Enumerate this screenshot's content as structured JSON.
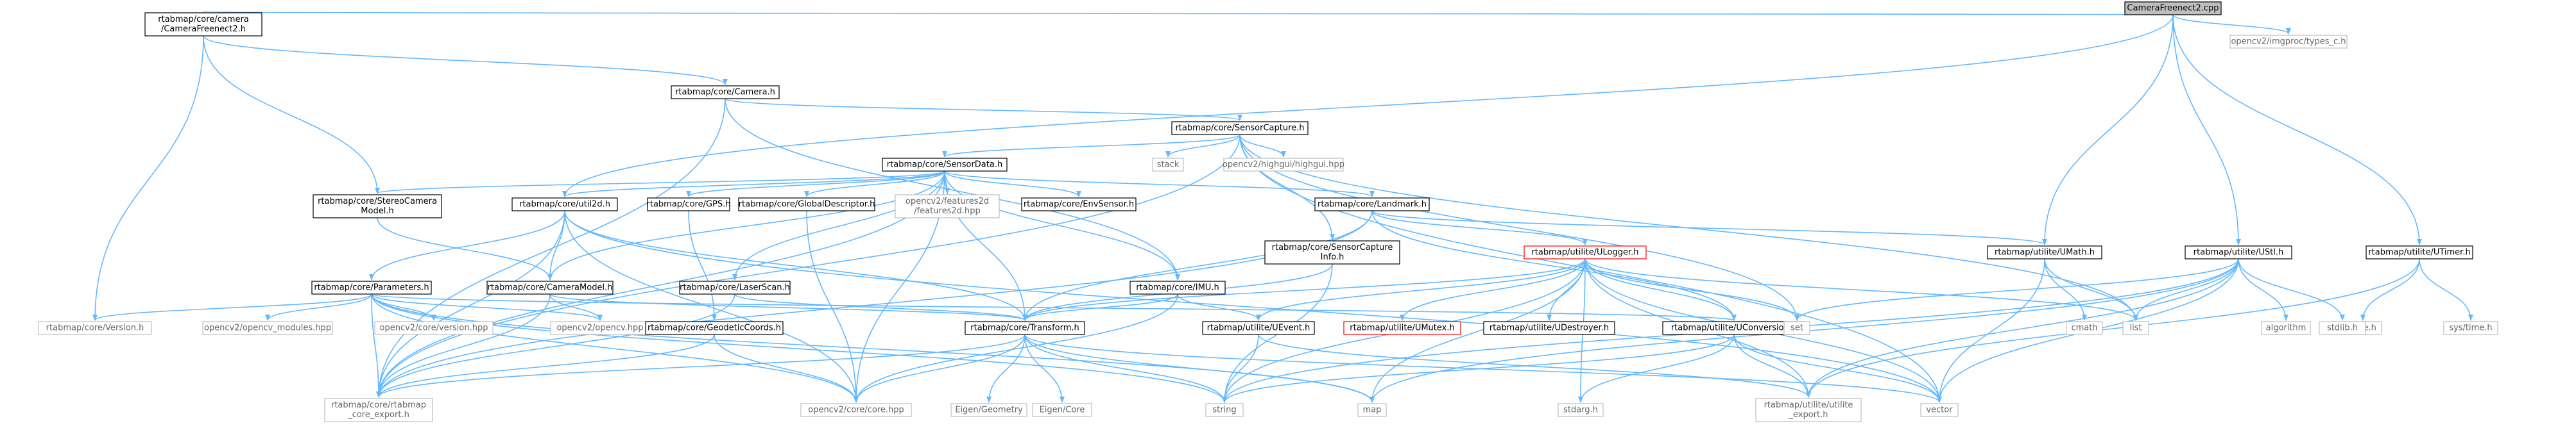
{
  "diagram": {
    "type": "include-dependency-graph",
    "colors": {
      "edge": "#63b8ff",
      "root_fill": "#bfbfbf",
      "project_border": "#000000",
      "external_border": "#bfbfbf",
      "external_text": "#666666",
      "truncated_border": "#ff0000"
    },
    "nodes": [
      {
        "id": "root",
        "lines": [
          "CameraFreenect2.cpp"
        ],
        "kind": "root"
      },
      {
        "id": "camfree",
        "lines": [
          "rtabmap/core/camera",
          "/CameraFreenect2.h"
        ],
        "kind": "proj"
      },
      {
        "id": "types_c",
        "lines": [
          "opencv2/imgproc/types_c.h"
        ],
        "kind": "std"
      },
      {
        "id": "camera",
        "lines": [
          "rtabmap/core/Camera.h"
        ],
        "kind": "proj"
      },
      {
        "id": "sensorcap",
        "lines": [
          "rtabmap/core/SensorCapture.h"
        ],
        "kind": "proj"
      },
      {
        "id": "stack",
        "lines": [
          "stack"
        ],
        "kind": "std"
      },
      {
        "id": "highgui",
        "lines": [
          "opencv2/highgui/highgui.hpp"
        ],
        "kind": "std"
      },
      {
        "id": "sensordata",
        "lines": [
          "rtabmap/core/SensorData.h"
        ],
        "kind": "proj"
      },
      {
        "id": "stereocam",
        "lines": [
          "rtabmap/core/StereoCamera",
          "Model.h"
        ],
        "kind": "proj"
      },
      {
        "id": "util2d",
        "lines": [
          "rtabmap/core/util2d.h"
        ],
        "kind": "proj"
      },
      {
        "id": "gps",
        "lines": [
          "rtabmap/core/GPS.h"
        ],
        "kind": "proj"
      },
      {
        "id": "globaldesc",
        "lines": [
          "rtabmap/core/GlobalDescriptor.h"
        ],
        "kind": "proj"
      },
      {
        "id": "features2d",
        "lines": [
          "opencv2/features2d",
          "/features2d.hpp"
        ],
        "kind": "std"
      },
      {
        "id": "envsensor",
        "lines": [
          "rtabmap/core/EnvSensor.h"
        ],
        "kind": "proj"
      },
      {
        "id": "landmark",
        "lines": [
          "rtabmap/core/Landmark.h"
        ],
        "kind": "proj"
      },
      {
        "id": "sensorcapinfo",
        "lines": [
          "rtabmap/core/SensorCapture",
          "Info.h"
        ],
        "kind": "proj"
      },
      {
        "id": "ulogger",
        "lines": [
          "rtabmap/utilite/ULogger.h"
        ],
        "kind": "trunc"
      },
      {
        "id": "umath",
        "lines": [
          "rtabmap/utilite/UMath.h"
        ],
        "kind": "proj"
      },
      {
        "id": "ustl",
        "lines": [
          "rtabmap/utilite/UStl.h"
        ],
        "kind": "proj"
      },
      {
        "id": "utimer",
        "lines": [
          "rtabmap/utilite/UTimer.h"
        ],
        "kind": "proj"
      },
      {
        "id": "parameters",
        "lines": [
          "rtabmap/core/Parameters.h"
        ],
        "kind": "proj"
      },
      {
        "id": "cameramodel",
        "lines": [
          "rtabmap/core/CameraModel.h"
        ],
        "kind": "proj"
      },
      {
        "id": "laserscan",
        "lines": [
          "rtabmap/core/LaserScan.h"
        ],
        "kind": "proj"
      },
      {
        "id": "imu",
        "lines": [
          "rtabmap/core/IMU.h"
        ],
        "kind": "proj"
      },
      {
        "id": "umutex",
        "lines": [
          "rtabmap/utilite/UMutex.h"
        ],
        "kind": "trunc"
      },
      {
        "id": "udestroyer",
        "lines": [
          "rtabmap/utilite/UDestroyer.h"
        ],
        "kind": "proj"
      },
      {
        "id": "uconversion",
        "lines": [
          "rtabmap/utilite/UConversion.h"
        ],
        "kind": "proj"
      },
      {
        "id": "ueevent",
        "lines": [
          "rtabmap/utilite/UEvent.h"
        ],
        "kind": "proj"
      },
      {
        "id": "set",
        "lines": [
          "set"
        ],
        "kind": "std"
      },
      {
        "id": "list",
        "lines": [
          "list"
        ],
        "kind": "std"
      },
      {
        "id": "cmath",
        "lines": [
          "cmath"
        ],
        "kind": "std"
      },
      {
        "id": "timeh",
        "lines": [
          "time.h"
        ],
        "kind": "std"
      },
      {
        "id": "algorithm",
        "lines": [
          "algorithm"
        ],
        "kind": "std"
      },
      {
        "id": "stdlib",
        "lines": [
          "stdlib.h"
        ],
        "kind": "std"
      },
      {
        "id": "systime",
        "lines": [
          "sys/time.h"
        ],
        "kind": "std"
      },
      {
        "id": "version",
        "lines": [
          "rtabmap/core/Version.h"
        ],
        "kind": "std"
      },
      {
        "id": "cvmodules",
        "lines": [
          "opencv2/opencv_modules.hpp"
        ],
        "kind": "std"
      },
      {
        "id": "cvversion",
        "lines": [
          "opencv2/core/version.hpp"
        ],
        "kind": "std"
      },
      {
        "id": "opencvhpp",
        "lines": [
          "opencv2/opencv.hpp"
        ],
        "kind": "std"
      },
      {
        "id": "geodetic",
        "lines": [
          "rtabmap/core/GeodeticCoords.h"
        ],
        "kind": "proj"
      },
      {
        "id": "transform",
        "lines": [
          "rtabmap/core/Transform.h"
        ],
        "kind": "proj"
      },
      {
        "id": "rtabexport",
        "lines": [
          "rtabmap/core/rtabmap",
          "_core_export.h"
        ],
        "kind": "std"
      },
      {
        "id": "corehpp",
        "lines": [
          "opencv2/core/core.hpp"
        ],
        "kind": "std"
      },
      {
        "id": "eigengeo",
        "lines": [
          "Eigen/Geometry"
        ],
        "kind": "std"
      },
      {
        "id": "eigencore",
        "lines": [
          "Eigen/Core"
        ],
        "kind": "std"
      },
      {
        "id": "string",
        "lines": [
          "string"
        ],
        "kind": "std"
      },
      {
        "id": "map",
        "lines": [
          "map"
        ],
        "kind": "std"
      },
      {
        "id": "stdarg",
        "lines": [
          "stdarg.h"
        ],
        "kind": "std"
      },
      {
        "id": "utilexport",
        "lines": [
          "rtabmap/utilite/utilite",
          "_export.h"
        ],
        "kind": "std"
      },
      {
        "id": "vector",
        "lines": [
          "vector"
        ],
        "kind": "std"
      }
    ],
    "edges": [
      [
        "root",
        "camfree"
      ],
      [
        "root",
        "types_c"
      ],
      [
        "root",
        "util2d"
      ],
      [
        "root",
        "umath"
      ],
      [
        "root",
        "ustl"
      ],
      [
        "root",
        "utimer"
      ],
      [
        "camfree",
        "camera"
      ],
      [
        "camfree",
        "stereocam"
      ],
      [
        "camfree",
        "version"
      ],
      [
        "camera",
        "sensorcap"
      ],
      [
        "camera",
        "imu"
      ],
      [
        "camera",
        "rtabexport"
      ],
      [
        "sensorcap",
        "sensordata"
      ],
      [
        "sensorcap",
        "stack"
      ],
      [
        "sensorcap",
        "highgui"
      ],
      [
        "sensorcap",
        "sensorcapinfo"
      ],
      [
        "sensorcap",
        "set"
      ],
      [
        "sensorcap",
        "list"
      ],
      [
        "sensorcap",
        "vector"
      ],
      [
        "sensorcap",
        "rtabexport"
      ],
      [
        "sensordata",
        "stereocam"
      ],
      [
        "sensordata",
        "util2d"
      ],
      [
        "sensordata",
        "gps"
      ],
      [
        "sensordata",
        "globaldesc"
      ],
      [
        "sensordata",
        "features2d"
      ],
      [
        "sensordata",
        "envsensor"
      ],
      [
        "sensordata",
        "landmark"
      ],
      [
        "sensordata",
        "laserscan"
      ],
      [
        "sensordata",
        "imu"
      ],
      [
        "sensordata",
        "cameramodel"
      ],
      [
        "sensordata",
        "transform"
      ],
      [
        "sensordata",
        "corehpp"
      ],
      [
        "sensordata",
        "rtabexport"
      ],
      [
        "stereocam",
        "cameramodel"
      ],
      [
        "util2d",
        "parameters"
      ],
      [
        "util2d",
        "cameramodel"
      ],
      [
        "util2d",
        "transform"
      ],
      [
        "util2d",
        "corehpp"
      ],
      [
        "util2d",
        "vector"
      ],
      [
        "util2d",
        "rtabexport"
      ],
      [
        "gps",
        "geodetic"
      ],
      [
        "globaldesc",
        "corehpp"
      ],
      [
        "landmark",
        "transform"
      ],
      [
        "landmark",
        "ulogger"
      ],
      [
        "landmark",
        "umath"
      ],
      [
        "landmark",
        "uconversion"
      ],
      [
        "landmark",
        "rtabexport"
      ],
      [
        "sensorcapinfo",
        "transform"
      ],
      [
        "sensorcapinfo",
        "string"
      ],
      [
        "ulogger",
        "umutex"
      ],
      [
        "ulogger",
        "udestroyer"
      ],
      [
        "ulogger",
        "ueevent"
      ],
      [
        "ulogger",
        "uconversion"
      ],
      [
        "ulogger",
        "stdarg"
      ],
      [
        "ulogger",
        "string"
      ],
      [
        "ulogger",
        "map"
      ],
      [
        "ulogger",
        "set"
      ],
      [
        "ulogger",
        "list"
      ],
      [
        "ulogger",
        "vector"
      ],
      [
        "ulogger",
        "utilexport"
      ],
      [
        "ulogger",
        "transform"
      ],
      [
        "umath",
        "cmath"
      ],
      [
        "umath",
        "list"
      ],
      [
        "umath",
        "vector"
      ],
      [
        "ustl",
        "list"
      ],
      [
        "ustl",
        "map"
      ],
      [
        "ustl",
        "set"
      ],
      [
        "ustl",
        "vector"
      ],
      [
        "ustl",
        "algorithm"
      ],
      [
        "ustl",
        "stdlib"
      ],
      [
        "ustl",
        "string"
      ],
      [
        "ustl",
        "utilexport"
      ],
      [
        "utimer",
        "timeh"
      ],
      [
        "utimer",
        "systime"
      ],
      [
        "utimer",
        "utilexport"
      ],
      [
        "parameters",
        "version"
      ],
      [
        "parameters",
        "cvmodules"
      ],
      [
        "parameters",
        "cvversion"
      ],
      [
        "parameters",
        "opencvhpp"
      ],
      [
        "parameters",
        "corehpp"
      ],
      [
        "parameters",
        "string"
      ],
      [
        "parameters",
        "map"
      ],
      [
        "parameters",
        "uconversion"
      ],
      [
        "parameters",
        "rtabexport"
      ],
      [
        "cameramodel",
        "opencvhpp"
      ],
      [
        "cameramodel",
        "transform"
      ],
      [
        "cameramodel",
        "rtabexport"
      ],
      [
        "laserscan",
        "transform"
      ],
      [
        "laserscan",
        "rtabexport"
      ],
      [
        "imu",
        "transform"
      ],
      [
        "imu",
        "ueevent"
      ],
      [
        "imu",
        "corehpp"
      ],
      [
        "uconversion",
        "string"
      ],
      [
        "uconversion",
        "vector"
      ],
      [
        "uconversion",
        "stdarg"
      ],
      [
        "uconversion",
        "utilexport"
      ],
      [
        "ueevent",
        "string"
      ],
      [
        "ueevent",
        "utilexport"
      ],
      [
        "geodetic",
        "corehpp"
      ],
      [
        "geodetic",
        "rtabexport"
      ],
      [
        "transform",
        "eigengeo"
      ],
      [
        "transform",
        "eigencore"
      ],
      [
        "transform",
        "corehpp"
      ],
      [
        "transform",
        "string"
      ],
      [
        "transform",
        "map"
      ],
      [
        "transform",
        "vector"
      ],
      [
        "transform",
        "rtabexport"
      ]
    ]
  }
}
